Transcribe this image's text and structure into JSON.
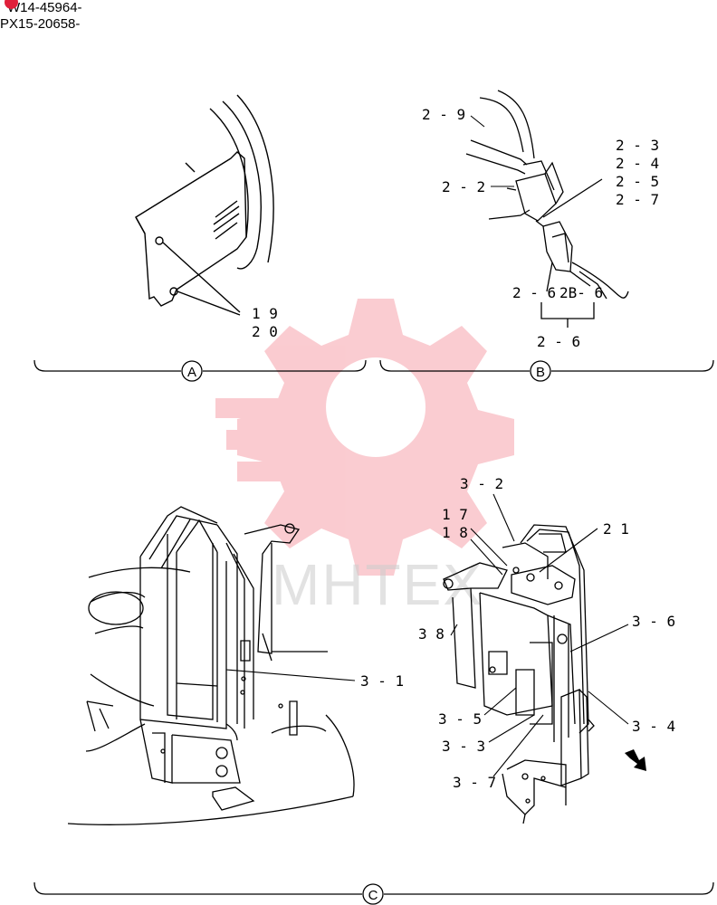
{
  "header": {
    "line1": "W14-45964-",
    "line2": "PX15-20658-"
  },
  "watermark": {
    "text": "MHTEX",
    "color": "#f06070"
  },
  "views": {
    "a": {
      "marker": "A",
      "labels": [
        "1 9",
        "2 0"
      ]
    },
    "b": {
      "marker": "B",
      "labels": [
        "2 - 9",
        "2 - 3",
        "2 - 4",
        "2 - 5",
        "2 - 7",
        "2 - 2",
        "2 - 6",
        "2B- 6",
        "2 - 6"
      ]
    },
    "c": {
      "marker": "C",
      "labels": [
        "3 - 2",
        "1 7",
        "1 8",
        "2 1",
        "3 8",
        "3 - 6",
        "3 - 1",
        "3 - 5",
        "3 - 4",
        "3 - 3",
        "3 - 7"
      ]
    }
  }
}
